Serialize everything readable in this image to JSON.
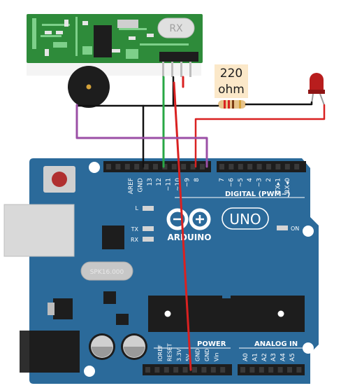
{
  "rf_module": {
    "label": "RX",
    "pcb_color": "#2e8b3a"
  },
  "resistor": {
    "value": "220",
    "unit": "ohm"
  },
  "led": {
    "color": "#b81d1d"
  },
  "arduino": {
    "board_name": "UNO",
    "brand": "ARDUINO",
    "board_color": "#2b6a9a",
    "crystal_label": "SPK16.000",
    "digital_header_title": "DIGITAL (PWM~)",
    "power_header_title": "POWER",
    "analog_header_title": "ANALOG IN",
    "on_label": "ON",
    "led_labels": [
      "L",
      "TX",
      "RX"
    ],
    "digital_pins": [
      "AREF",
      "GND",
      "13",
      "12",
      "~11",
      "~10",
      "~9",
      "8",
      "7",
      "~6",
      "~5",
      "4",
      "~3",
      "2",
      "TX▸1",
      "RX◂0"
    ],
    "power_pins": [
      "IOREF",
      "RESET",
      "3.3V",
      "5V",
      "GND",
      "GND",
      "Vin"
    ],
    "analog_pins": [
      "A0",
      "A1",
      "A2",
      "A3",
      "A4",
      "A5"
    ]
  },
  "wires": {
    "black": "#111111",
    "green": "#28a745",
    "red": "#d92121",
    "purple": "#9b4fa6"
  }
}
